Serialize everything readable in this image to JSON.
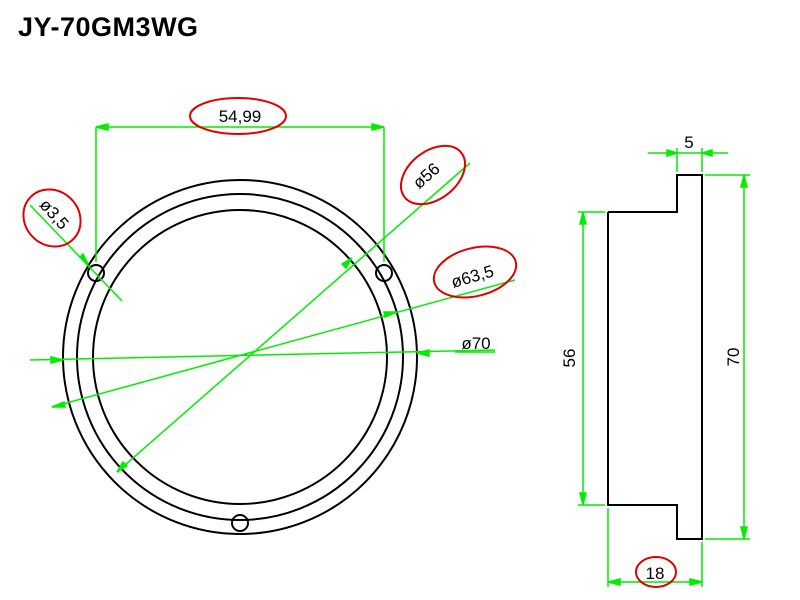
{
  "title": "JY-70GM3WG",
  "colors": {
    "outline": "#000000",
    "dimension": "#00ee00",
    "highlight": "#e00000"
  },
  "front_view": {
    "hole_spacing": "54,99",
    "hole_diameter": "ø3,5",
    "inner_diameter": "ø56",
    "bolt_circle_diameter": "ø63,5",
    "outer_diameter": "ø70"
  },
  "side_view": {
    "flange_thickness": "5",
    "inner_height": "56",
    "outer_height": "70",
    "total_depth": "18"
  }
}
